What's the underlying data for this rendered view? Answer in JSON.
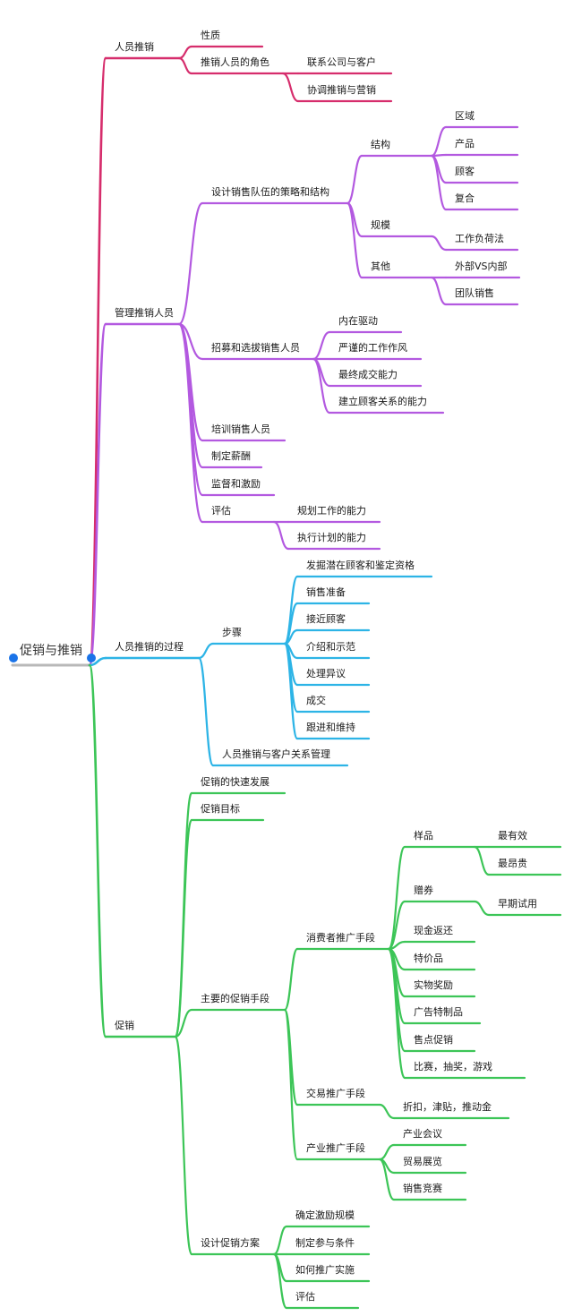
{
  "colors": {
    "root_line": "#b8b8b8",
    "dot": "#1a73e8",
    "personal_selling": "#d62d6c",
    "manage_sales": "#b359e0",
    "selling_process": "#2db4e6",
    "promotion": "#3cc557"
  },
  "root": "促销与推销",
  "branches": {
    "personal_selling": {
      "label": "人员推销",
      "nature": "性质",
      "role": "推销人员的角色",
      "role_items": [
        "联系公司与客户",
        "协调推销与营销"
      ]
    },
    "manage_sales": {
      "label": "管理推销人员",
      "design": "设计销售队伍的策略和结构",
      "structure": "结构",
      "structure_items": [
        "区域",
        "产品",
        "顾客",
        "复合"
      ],
      "scale": "规模",
      "scale_item": "工作负荷法",
      "other": "其他",
      "other_items": [
        "外部VS内部",
        "团队销售"
      ],
      "recruit": "招募和选拔销售人员",
      "recruit_items": [
        "内在驱动",
        "严谨的工作作风",
        "最终成交能力",
        "建立顾客关系的能力"
      ],
      "train": "培训销售人员",
      "pay": "制定薪酬",
      "supervise": "监督和激励",
      "evaluate": "评估",
      "evaluate_items": [
        "规划工作的能力",
        "执行计划的能力"
      ]
    },
    "selling_process": {
      "label": "人员推销的过程",
      "steps": "步骤",
      "step_items": [
        "发掘潜在顾客和鉴定资格",
        "销售准备",
        "接近顾客",
        "介绍和示范",
        "处理异议",
        "成交",
        "跟进和维持"
      ],
      "crm": "人员推销与客户关系管理"
    },
    "promotion": {
      "label": "促销",
      "growth": "促销的快速发展",
      "goal": "促销目标",
      "main": "主要的促销手段",
      "consumer": "消费者推广手段",
      "sample": "样品",
      "sample_items": [
        "最有效",
        "最昂贵"
      ],
      "coupon": "赠券",
      "coupon_item": "早期试用",
      "consumer_items": [
        "现金返还",
        "特价品",
        "实物奖励",
        "广告特制品",
        "售点促销",
        "比赛，抽奖，游戏"
      ],
      "trade": "交易推广手段",
      "trade_item": "折扣，津贴，推动金",
      "industry": "产业推广手段",
      "industry_items": [
        "产业会议",
        "贸易展览",
        "销售竞赛"
      ],
      "plan": "设计促销方案",
      "plan_items": [
        "确定激励规模",
        "制定参与条件",
        "如何推广实施",
        "评估"
      ]
    }
  }
}
